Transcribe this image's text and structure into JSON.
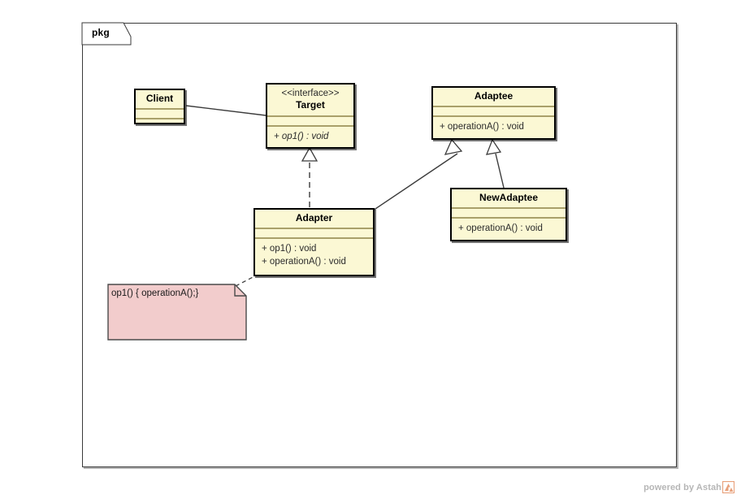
{
  "diagram": {
    "package_label": "pkg",
    "watermark": "powered by Astah",
    "colors": {
      "class_fill": "#FBF8D4",
      "class_border": "#000000",
      "compartment_divider": "#A9A06A",
      "note_fill": "#F2CCCC",
      "note_border": "#4A4A4A",
      "frame_border": "#3A3A3A",
      "connector": "#3C3C3C",
      "watermark_text": "#B6B6B6",
      "watermark_logo": "#E8A07A"
    }
  },
  "classes": {
    "client": {
      "name": "Client",
      "stereotype": "",
      "attributes": [],
      "operations": []
    },
    "target": {
      "name": "Target",
      "stereotype": "<<interface>>",
      "attributes": [],
      "operations": [
        "+ op1() : void"
      ]
    },
    "adaptee": {
      "name": "Adaptee",
      "stereotype": "",
      "attributes": [],
      "operations": [
        "+ operationA() : void"
      ]
    },
    "adapter": {
      "name": "Adapter",
      "stereotype": "",
      "attributes": [],
      "operations": [
        "+ op1() : void",
        "+ operationA() : void"
      ]
    },
    "new_adaptee": {
      "name": "NewAdaptee",
      "stereotype": "",
      "attributes": [],
      "operations": [
        "+ operationA() : void"
      ]
    }
  },
  "note": {
    "text": "op1() { operationA();}"
  },
  "relationships": [
    {
      "kind": "association",
      "from": "Client",
      "to": "Target"
    },
    {
      "kind": "realization",
      "from": "Adapter",
      "to": "Target"
    },
    {
      "kind": "generalization",
      "from": "Adapter",
      "to": "Adaptee"
    },
    {
      "kind": "generalization",
      "from": "NewAdaptee",
      "to": "Adaptee"
    },
    {
      "kind": "note-anchor",
      "from": "note",
      "to": "Adapter"
    }
  ]
}
